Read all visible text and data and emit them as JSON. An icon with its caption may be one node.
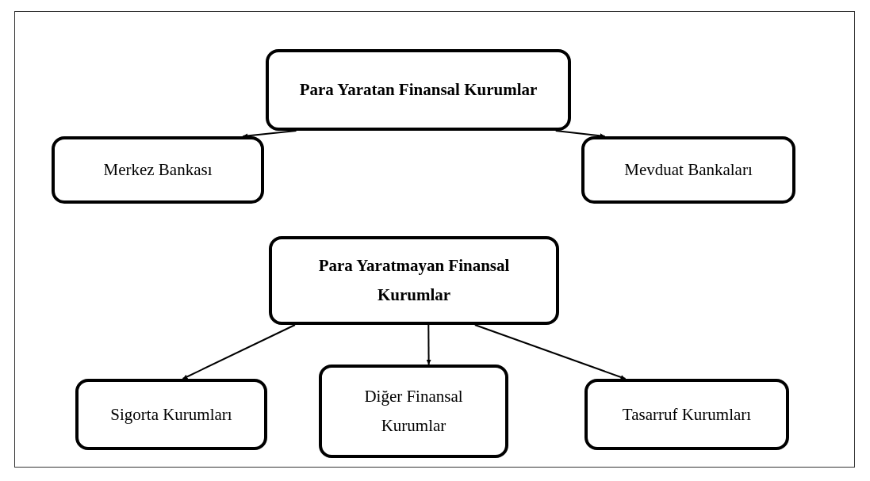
{
  "diagram": {
    "nodes": [
      {
        "text": [
          "Para Yaratan Finansal Kurumlar"
        ]
      },
      {
        "text": [
          "Merkez Bankası"
        ]
      },
      {
        "text": [
          "Mevduat Bankaları"
        ]
      },
      {
        "text": [
          "Para Yaratmayan Finansal Kurumlar"
        ]
      },
      {
        "text": [
          "Sigorta Kurumları"
        ]
      },
      {
        "text": [
          "Diğer Finansal Kurumlar"
        ]
      },
      {
        "text": [
          "Tasarruf Kurumları"
        ]
      }
    ],
    "edges": [
      {
        "from": 0,
        "to": 1,
        "arrow": "to"
      },
      {
        "from": 0,
        "to": 2,
        "arrow": "to"
      },
      {
        "from": 3,
        "to": 4,
        "arrow": "to"
      },
      {
        "from": 3,
        "to": 5,
        "arrow": "to"
      },
      {
        "from": 3,
        "to": 6,
        "arrow": "to"
      }
    ]
  }
}
